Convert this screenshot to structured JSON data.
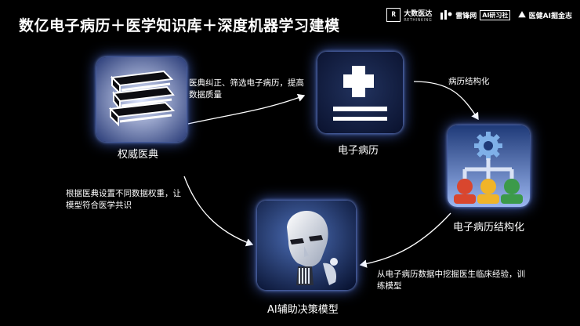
{
  "title": "数亿电子病历＋医学知识库＋深度机器学习建模",
  "logos": {
    "dashu": {
      "mark": "R",
      "name": "大数医达",
      "sub": "RETHINKING"
    },
    "leifeng": {
      "name": "雷锋网",
      "tag": "AI研习社"
    },
    "yiliao": {
      "name": "医健AI掘金志"
    }
  },
  "nodes": {
    "dictionary": {
      "label": "权威医典",
      "icon": "books-icon"
    },
    "emr": {
      "label": "电子病历",
      "icon": "medical-plus-icon"
    },
    "structured": {
      "label": "电子病历结构化",
      "icon": "gear-org-chart-icon"
    },
    "ai_model": {
      "label": "AI辅助决策模型",
      "icon": "ai-robot-icon"
    }
  },
  "edges": {
    "dict_to_emr": "医典纠正、筛选电子病历，提高数据质量",
    "emr_to_structured": "病历结构化",
    "structured_to_ai": "从电子病历数据中挖掘医生临床经验，训练模型",
    "dict_to_ai": "根据医典设置不同数据权重，让模型符合医学共识"
  },
  "colors": {
    "background": "#000000",
    "glow": "#5a82ff",
    "tile_dark": "#1a2a55"
  }
}
